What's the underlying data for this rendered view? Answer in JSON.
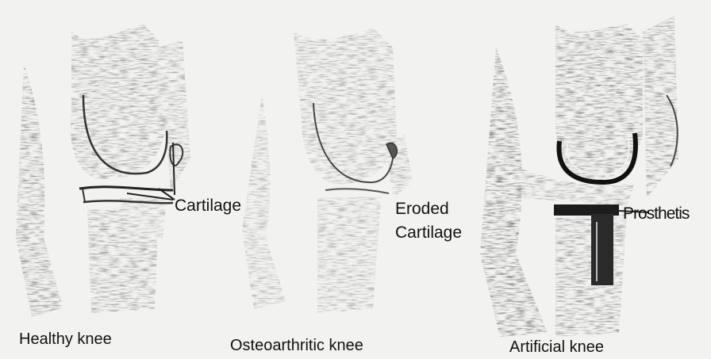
{
  "panels": [
    {
      "caption": "Healthy knee",
      "callouts": [
        "Cartilage"
      ]
    },
    {
      "caption": "Osteoarthritic knee",
      "callouts": [
        "Eroded",
        "Cartilage"
      ]
    },
    {
      "caption": "Artificial knee",
      "callouts": [
        "Prosthetis"
      ]
    }
  ]
}
